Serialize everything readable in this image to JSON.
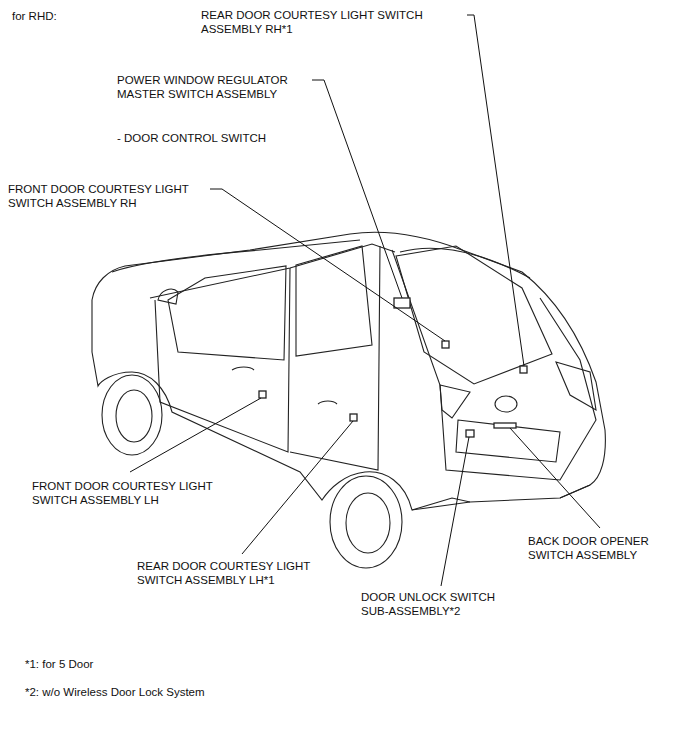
{
  "diagram": {
    "labels": [
      "for RHD:",
      "REAR DOOR COURTESY LIGHT SWITCH ASSEMBLY RH*1",
      "POWER WINDOW REGULATOR MASTER SWITCH ASSEMBLY",
      "- DOOR CONTROL SWITCH",
      "FRONT DOOR COURTESY LIGHT SWITCH ASSEMBLY RH",
      "FRONT DOOR COURTESY LIGHT SWITCH ASSEMBLY LH",
      "REAR DOOR COURTESY LIGHT SWITCH ASSEMBLY LH*1",
      "DOOR UNLOCK SWITCH SUB-ASSEMBLY*2",
      "BACK DOOR OPENER SWITCH ASSEMBLY",
      "*1: for 5 Door",
      "*2: w/o Wireless Door Lock System"
    ]
  }
}
